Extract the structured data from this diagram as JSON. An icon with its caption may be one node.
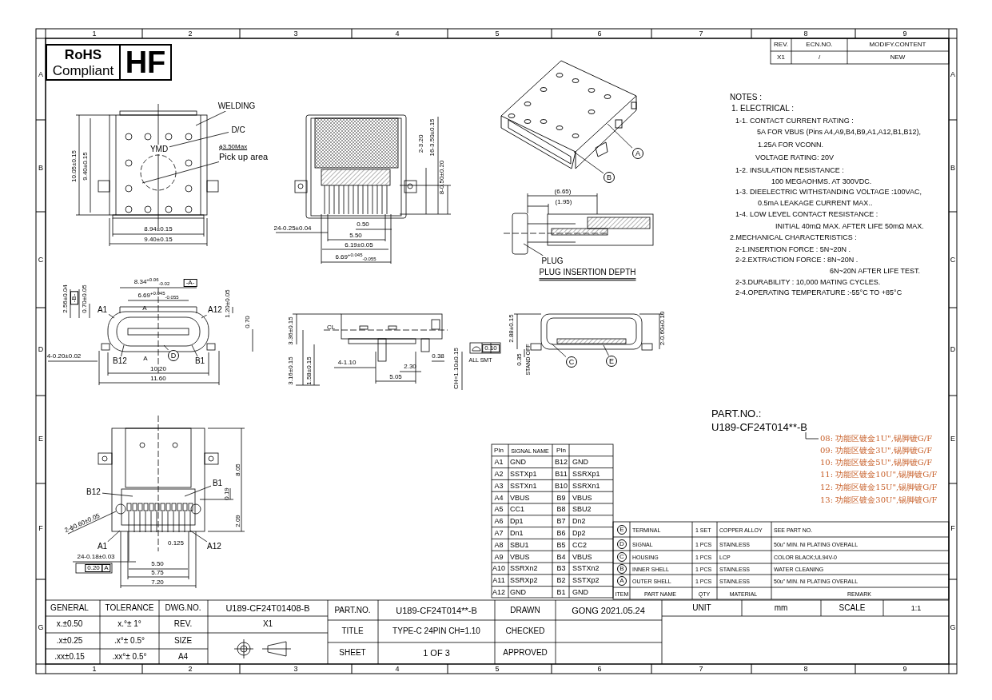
{
  "diagram": {
    "nodes": [
      {
        "text": [
          "**RoHS** Compliant"
        ]
      },
      {
        "text": [
          "HF"
        ]
      },
      {
        "text": [
          "WELDING"
        ]
      },
      {
        "text": [
          "D/C"
        ]
      },
      {
        "text": [
          "YMD"
        ]
      },
      {
        "text": [
          "ϕ3.50Max",
          "Pick up area"
        ]
      },
      {
        "text": [
          "A"
        ]
      },
      {
        "text": [
          "B"
        ]
      },
      {
        "text": [
          "PLUG"
        ]
      },
      {
        "text": [
          "A1"
        ]
      },
      {
        "text": [
          "A12"
        ]
      },
      {
        "text": [
          "D"
        ]
      },
      {
        "text": [
          "B12"
        ]
      },
      {
        "text": [
          "B1"
        ]
      },
      {
        "text": [
          "C"
        ]
      },
      {
        "text": [
          "E"
        ]
      },
      {
        "text": [
          "B12"
        ]
      },
      {
        "text": [
          "B1"
        ]
      },
      {
        "text": [
          "A1"
        ]
      },
      {
        "text": [
          "A12"
        ]
      }
    ],
    "edges": [
      {
        "from": 2,
        "to": null,
        "arrow": "none"
      },
      {
        "from": 3,
        "to": 4,
        "arrow": "none"
      },
      {
        "from": 5,
        "to": null,
        "arrow": "none"
      },
      {
        "from": 6,
        "to": null,
        "arrow": "none"
      },
      {
        "from": 7,
        "to": null,
        "arrow": "none"
      },
      {
        "from": 8,
        "to": null,
        "arrow": "none"
      },
      {
        "from": 9,
        "to": null,
        "arrow": "none"
      },
      {
        "from": 10,
        "to": null,
        "arrow": "none"
      },
      {
        "from": 11,
        "to": null,
        "arrow": "none"
      },
      {
        "from": 12,
        "to": null,
        "arrow": "none"
      },
      {
        "from": 13,
        "to": null,
        "arrow": "none"
      },
      {
        "from": 14,
        "to": null,
        "arrow": "none"
      },
      {
        "from": 15,
        "to": null,
        "arrow": "none"
      },
      {
        "from": 16,
        "to": null,
        "arrow": "none"
      },
      {
        "from": 17,
        "to": null,
        "arrow": "none"
      },
      {
        "from": 18,
        "to": null,
        "arrow": "none"
      },
      {
        "from": 19,
        "to": null,
        "arrow": "none"
      }
    ],
    "labels": [
      "1",
      "2",
      "3",
      "4",
      "5",
      "6",
      "7",
      "8",
      "9",
      "1",
      "2",
      "3",
      "4",
      "5",
      "6",
      "7",
      "8",
      "9",
      "A",
      "B",
      "C",
      "D",
      "E",
      "F",
      "G",
      "A",
      "B",
      "C",
      "D",
      "E",
      "F",
      "G",
      "REV.",
      "ECN.NO.",
      "MODIFY.CONTENT",
      "X1",
      "/",
      "NEW",
      "10.05±0.15",
      "9.40±0.15",
      "8.94±0.15",
      "9.40±0.15",
      "2-3.20",
      "16-3.50±0.15",
      "8-0.50±0.20",
      "24-0.25±0.04",
      "0.50",
      "5.50",
      "6.19±0.05",
      "6.69$^{+0.045}$$_{-0.055}$",
      "(6.65)",
      "(1.95)",
      "PLUG INSERTION DEPTH",
      "NOTES :",
      "1. ELECTRICAL :",
      "1-1. CONTACT CURRENT RATING :",
      "5A FOR VBUS (Pins A4,A9,B4,B9,A1,A12,B1,B12),",
      "1.25A FOR VCONN.",
      "VOLTAGE RATING: 20V",
      "1-2. INSULATION RESISTANCE :",
      "100 MEGAOHMS. AT 300VDC.",
      "1-3. DIEELECTRIC WITHSTANDING VOLTAGE :100VAC,",
      "0.5mA LEAKAGE CURRENT MAX..",
      "1-4. LOW LEVEL CONTACT RESISTANCE :",
      "INITIAL 40mΩ MAX. AFTER LIFE 50mΩ MAX.",
      "2.MECHANICAL CHARACTERISTICS :",
      "2-1.INSERTION FORCE :  5N~20N .",
      "2-2.EXTRACTION FORCE : 8N~20N .",
      "6N~20N AFTER LIFE TEST.",
      "2-3.DURABILITY :  10,000 MATING CYCLES.",
      "2-4.OPERATING TEMPERATURE :-55°C TO +85°C",
      "8.34$^{+0.06}$$_{-0.02}$",
      "-A-",
      "6.69$^{+0.045}$$_{-0.055}$",
      "2.56±0.04",
      "-B-",
      "0.70±0.05",
      "A",
      "A",
      "1.20±0.05",
      "0.70",
      "4-0.20±0.02",
      "10.20",
      "11.60",
      "3.36±0.15",
      "CL",
      "3.16±0.15",
      "1.58±0.15",
      "4-1.10",
      "2.30",
      "5.05",
      "0.38",
      "CH=1.10±0.15",
      "0.10",
      "ALL SMT",
      "2.88±0.15",
      "0.35",
      "STAND OFF",
      "2-0.60±0.10",
      "PART.NO.:",
      "U189-CF24T014**-B",
      "08: 功能区镀金1U\",锡脚镀G/F",
      "09: 功能区镀金3U\",锡脚镀G/F",
      "10: 功能区镀金5U\",锡脚镀G/F",
      "11: 功能区镀金10U\",锡脚镀G/F",
      "12: 功能区镀金15U\",锡脚镀G/F",
      "13: 功能区镀金30U\",锡脚镀G/F",
      "8.05",
      "0.19",
      "2.09",
      "2-ϕ0.60±0.05",
      "0.125",
      "24-0.18±0.03",
      "0.20",
      "A",
      "5.50",
      "5.75",
      "7.20",
      "PIn",
      "SIGNAL NAME",
      "PIn",
      "A1",
      "GND",
      "B12",
      "GND",
      "A2",
      "SSTXp1",
      "B11",
      "SSRXp1",
      "A3",
      "SSTXn1",
      "B10",
      "SSRXn1",
      "A4",
      "VBUS",
      "B9",
      "VBUS",
      "A5",
      "CC1",
      "B8",
      "SBU2",
      "A6",
      "Dp1",
      "B7",
      "Dn2",
      "A7",
      "Dn1",
      "B6",
      "Dp2",
      "A8",
      "SBU1",
      "B5",
      "CC2",
      "A9",
      "VBUS",
      "B4",
      "VBUS",
      "A10",
      "SSRXn2",
      "B3",
      "SSTXn2",
      "A11",
      "SSRXp2",
      "B2",
      "SSTXp2",
      "A12",
      "GND",
      "B1",
      "GND",
      "E",
      "TERMINAL",
      "1 SET",
      "COPPER ALLOY",
      "SEE PART NO.",
      "D",
      "SIGNAL",
      "1 PCS",
      "STAINLESS",
      "50u\" MIN. Ni PLATING OVERALL",
      "C",
      "HOUSING",
      "1 PCS",
      "LCP",
      "COLOR BLACK;UL94V-0",
      "B",
      "INNER SHELL",
      "1 PCS",
      "STAINLESS",
      "WATER CLEANING",
      "A",
      "OUTER SHELL",
      "1 PCS",
      "STAINLESS",
      "50u\" MIN. Ni PLATING OVERALL",
      "ITEM",
      "PART NAME",
      "QTY",
      "MATERIAL",
      "REMARK",
      "GENERAL",
      "TOLERANCE",
      "DWG.NO.",
      "U189-CF24T01408-B",
      "x.±0.50",
      "x.°± 1°",
      "REV.",
      "X1",
      ".x±0.25",
      ".x°± 0.5°",
      "SIZE",
      ".xx±0.15",
      ".xx°± 0.5°",
      "A4",
      "PART.NO.",
      "U189-CF24T014**-B",
      "DRAWN",
      "GONG 2021.05.24",
      "UNIT",
      "mm",
      "SCALE",
      "1:1",
      "TITLE",
      "TYPE-C 24PIN CH=1.10",
      "CHECKED",
      "SHEET",
      "1 OF 3",
      "APPROVED"
    ]
  }
}
